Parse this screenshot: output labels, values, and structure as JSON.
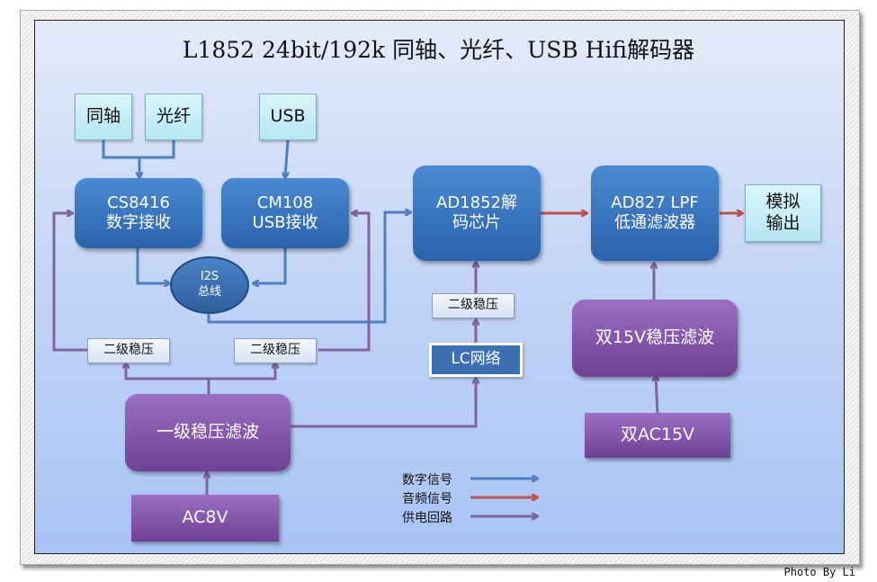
{
  "title": "L1852 24bit/192k 同轴、光纤、USB Hifi解码器",
  "inputs": {
    "coax": "同轴",
    "optical": "光纤",
    "usb": "USB"
  },
  "blocks": {
    "cs8416": {
      "line1": "CS8416",
      "line2": "数字接收"
    },
    "cm108": {
      "line1": "CM108",
      "line2": "USB接收"
    },
    "i2s": {
      "line1": "I2S",
      "line2": "总线"
    },
    "ad1852": {
      "line1": "AD1852解",
      "line2": "码芯片"
    },
    "ad827": {
      "line1": "AD827 LPF",
      "line2": "低通滤波器"
    },
    "analog_out": {
      "line1": "模拟",
      "line2": "输出"
    },
    "reg2_left": "二级稳压",
    "reg2_mid": "二级稳压",
    "reg2_dac": "二级稳压",
    "lc_network": "LC网络",
    "reg1": "一级稳压滤波",
    "ac8v": "AC8V",
    "dual15v_reg": "双15V稳压滤波",
    "dual_ac15v": "双AC15V"
  },
  "legend": {
    "items": [
      {
        "label": "数字信号",
        "color": "#4f7fbf"
      },
      {
        "label": "音频信号",
        "color": "#c0504d"
      },
      {
        "label": "供电回路",
        "color": "#8064a2"
      }
    ]
  },
  "colors": {
    "digital": "#4f7fbf",
    "audio": "#c0504d",
    "power": "#8064a2"
  },
  "credit": "Photo By Li"
}
